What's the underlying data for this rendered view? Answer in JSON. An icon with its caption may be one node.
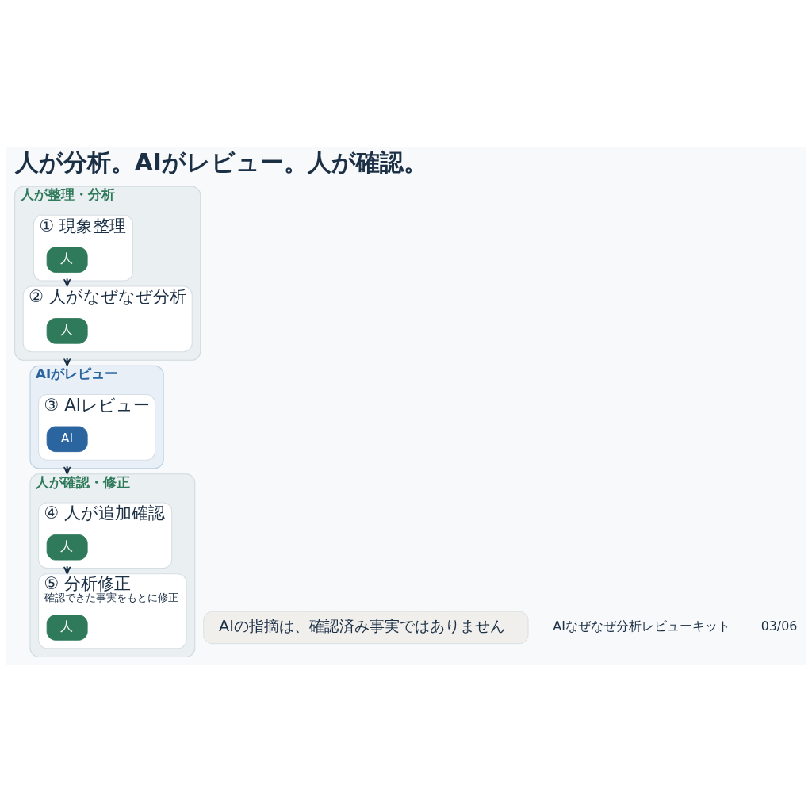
{
  "diagram": {
    "title": "人が分析。AIがレビュー。人が確認。",
    "nodes": [
      {
        "text": [
          "人が整理・分析"
        ]
      },
      {
        "text": [
          "① 現象整理"
        ],
        "in": 0
      },
      {
        "text": [
          "人"
        ],
        "in": 1
      },
      {
        "text": [
          "② 人がなぜなぜ分析"
        ],
        "in": 0
      },
      {
        "text": [
          "人"
        ],
        "in": 3
      },
      {
        "text": [
          "AIがレビュー"
        ]
      },
      {
        "text": [
          "③ AIレビュー"
        ],
        "in": 5
      },
      {
        "text": [
          "AI"
        ],
        "in": 6
      },
      {
        "text": [
          "人が確認・修正"
        ]
      },
      {
        "text": [
          "④ 人が追加確認"
        ],
        "in": 8
      },
      {
        "text": [
          "人"
        ],
        "in": 9
      },
      {
        "text": [
          "⑤ 分析修正",
          "確認できた事実をもとに修正"
        ],
        "in": 8
      },
      {
        "text": [
          "人"
        ],
        "in": 11
      },
      {
        "text": [
          "AIの指摘は、確認済み事実ではありません"
        ]
      }
    ],
    "edges": [
      {
        "from": 1,
        "to": 3,
        "arrow": "to"
      },
      {
        "from": 0,
        "to": 5,
        "arrow": "to"
      },
      {
        "from": 5,
        "to": 8,
        "arrow": "to"
      },
      {
        "from": 9,
        "to": 11,
        "arrow": "to"
      }
    ],
    "labels": [
      "AIなぜなぜ分析レビューキット",
      "03/06"
    ]
  }
}
